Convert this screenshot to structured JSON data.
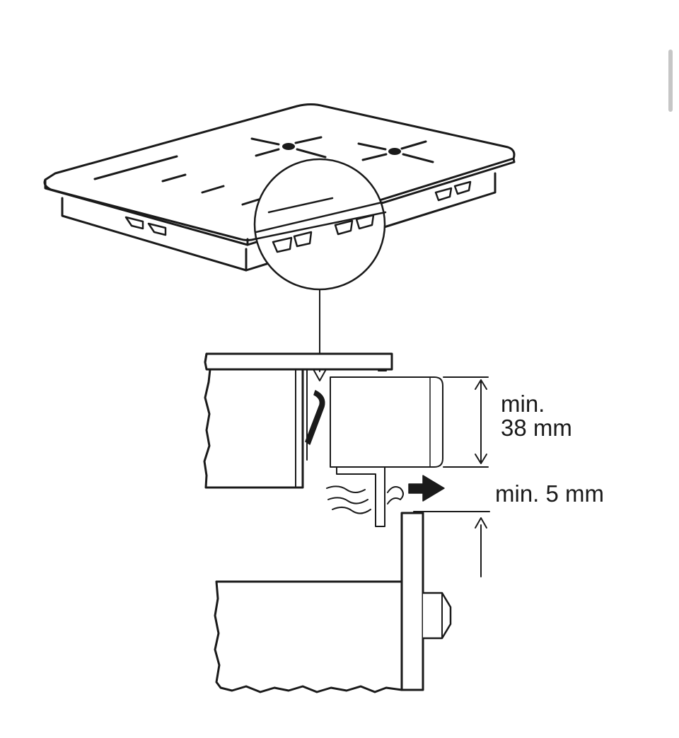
{
  "labels": {
    "height_line1": "min.",
    "height_line2": "38 mm",
    "gap": "min. 5 mm"
  },
  "colors": {
    "stroke": "#1a1a1a",
    "background": "#ffffff",
    "scrollbar": "#c6c6c6"
  }
}
